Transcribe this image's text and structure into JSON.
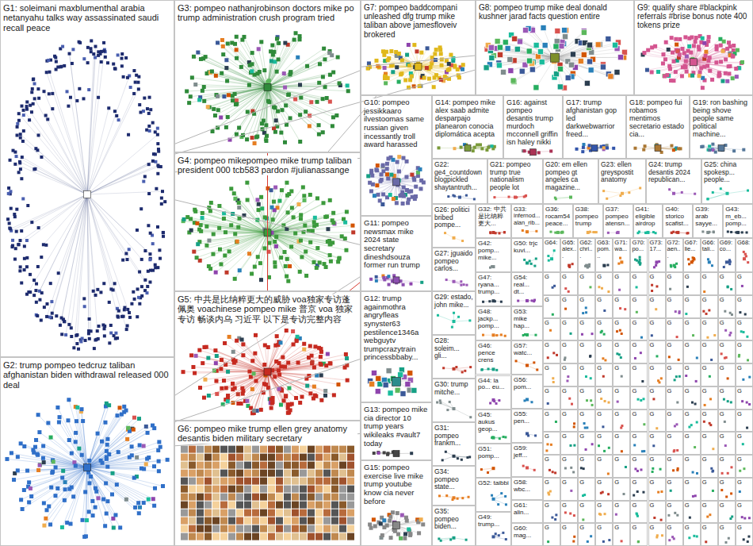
{
  "diagram": {
    "nodes": [
      {
        "text": [
          "G1: soleimani maxblumenthal arabia netanyahu talks way assassinated saudi recall peace"
        ]
      },
      {
        "text": [
          "G2: trump pompeo tedcruz taliban afghanistan biden withdrawal released 000 deal"
        ]
      },
      {
        "text": [
          "G3: pompeo nathanjrobinson doctors mike po trump administration crush program tried"
        ]
      },
      {
        "text": [
          "G4: pompeo mikepompeo mike trump taliban president 000 tcb583 pardon #julianassange"
        ]
      },
      {
        "text": [
          "G5: 中共是比纳粹更大的威胁 voa独家专访蓬佩奥 voachinese pompeo mike 普京 voa 独家专访 畅谈内乌 习近平 以下是专访完整内容"
        ]
      },
      {
        "text": [
          "G6: pompeo mike trump ellen grey anatomy desantis biden military secretary"
        ]
      },
      {
        "text": [
          "G7: pompeo baddcompani unleashed dfg trump mike taliban above jamesfloveiv brokered"
        ]
      },
      {
        "text": [
          "G8: pompeo trump mike deal donald kushner jarad facts question entire"
        ]
      },
      {
        "text": [
          "G9: qualify share #blackpink referrals #brise bonus note 400 tokens prize"
        ]
      },
      {
        "text": [
          "G10: pompeo jessikkaaro ilvestoomas same russian given incessantly troll award harassed"
        ]
      },
      {
        "text": [
          "G11: pompeo newsmax mike 2024 state secretary dineshdsouza former run trump"
        ]
      },
      {
        "text": [
          "G12: trump againmothra angryfleas synyster63 pestilence1346a webguytv trumpcrazytrain princessbbaby..."
        ]
      },
      {
        "text": [
          "G13: pompeo mike cia director 10 trump years wikileaks #vault7 today"
        ]
      },
      {
        "text": [
          "G15: pompeo exercise live mike trump youtube know cia never before"
        ]
      },
      {
        "text": [
          "G14: pompeo mike alex saab admite desparpajo planearon conocia diplomática acepta"
        ]
      },
      {
        "text": [
          "G16: against pompeo desantis trump murdoch mcconnell griffin isn haley nikki"
        ]
      },
      {
        "text": [
          "G17: trump afghanistan gop led darkwebwarrior freed..."
        ]
      },
      {
        "text": [
          "G18: pompeo fui robamos mentimos secretario estado cia..."
        ]
      },
      {
        "text": [
          "G19: ron bashing being shove people same political machine..."
        ]
      },
      {
        "text": [
          "G22: ge4_countdown blogpickled shaytantruth..."
        ]
      },
      {
        "text": [
          "G21: pompeo trump true nationalism people lot"
        ]
      },
      {
        "text": [
          "G20: em ellen pompeo gt angeles ca magazine..."
        ]
      },
      {
        "text": [
          "G23: ellen greyspostit anatomy"
        ]
      },
      {
        "text": [
          "G24: trump desantis 2024 republican..."
        ]
      },
      {
        "text": [
          "G25: china spokesp... people..."
        ]
      },
      {
        "text": [
          "G26: politici bribed pompe..."
        ]
      },
      {
        "text": [
          "G27: jguaido pompeo carlos..."
        ]
      },
      {
        "text": [
          "G29: estado, john mike..."
        ]
      },
      {
        "text": [
          "G28: soleim... gli..."
        ]
      },
      {
        "text": [
          "G30: trump mitche..."
        ]
      },
      {
        "text": [
          "G31: pompeo frankm..."
        ]
      },
      {
        "text": [
          "G34: pompeo state..."
        ]
      },
      {
        "text": [
          "G35: pompeo biden..."
        ]
      },
      {
        "text": [
          "G32: 中共是比纳粹更大..."
        ]
      },
      {
        "text": [
          "G42: pomp... mike..."
        ]
      },
      {
        "text": [
          "G47: ryana... trump..."
        ]
      },
      {
        "text": [
          "G48: jackp... pomp..."
        ]
      },
      {
        "text": [
          "G46: pence crens"
        ]
      },
      {
        "text": [
          "G44: la po... eu..."
        ]
      },
      {
        "text": [
          "G45: aukus geop..."
        ]
      },
      {
        "text": [
          "G51: pomp..."
        ]
      },
      {
        "text": [
          "G52: taibbi"
        ]
      },
      {
        "text": [
          "G49: trump..."
        ]
      },
      {
        "text": [
          "G33: infernod... alan_rib..."
        ]
      },
      {
        "text": [
          "G50: trjc kuvi..."
        ]
      },
      {
        "text": [
          "G54: real... dt..."
        ]
      },
      {
        "text": [
          "G53: mike hap..."
        ]
      },
      {
        "text": [
          "G57: watc..."
        ]
      },
      {
        "text": [
          "G56: pom..."
        ]
      },
      {
        "text": [
          "G55: pen..."
        ]
      },
      {
        "text": [
          "G59: jeff..."
        ]
      },
      {
        "text": [
          "G58: wbc..."
        ]
      },
      {
        "text": [
          "G61: alin..."
        ]
      },
      {
        "text": [
          "G60: mag..."
        ]
      },
      {
        "text": [
          "G36: rocam54 peace..."
        ]
      },
      {
        "text": [
          "G38: pompeo trump"
        ]
      },
      {
        "text": [
          "G37: pompeo atensn..."
        ]
      },
      {
        "text": [
          "G41: eligible airdrop"
        ]
      },
      {
        "text": [
          "G40: storico scafist..."
        ]
      },
      {
        "text": [
          "G39: arab sayye..."
        ]
      },
      {
        "text": [
          "G43: m_eb... pomp..."
        ]
      },
      {
        "text": [
          "G64:"
        ]
      },
      {
        "text": [
          "G65: alex..."
        ]
      },
      {
        "text": [
          "G62: chri..."
        ]
      },
      {
        "text": [
          "G63: pom..."
        ]
      },
      {
        "text": [
          "G71: wa..."
        ]
      },
      {
        "text": [
          "G70: po..."
        ]
      },
      {
        "text": [
          "G73: 17..."
        ]
      },
      {
        "text": [
          "G72: aen..."
        ]
      },
      {
        "text": [
          "G67: lie..."
        ]
      },
      {
        "text": [
          "G66: tali..."
        ]
      },
      {
        "text": [
          "G69: co..."
        ]
      },
      {
        "text": [
          "G68:"
        ]
      },
      {
        "text": [
          "G"
        ]
      },
      {
        "text": [
          "G"
        ]
      },
      {
        "text": [
          "G"
        ]
      },
      {
        "text": [
          "G"
        ]
      },
      {
        "text": [
          "G"
        ]
      },
      {
        "text": [
          "G"
        ]
      },
      {
        "text": [
          "G"
        ]
      },
      {
        "text": [
          "G"
        ]
      },
      {
        "text": [
          "G"
        ]
      },
      {
        "text": [
          "G"
        ]
      },
      {
        "text": [
          "G"
        ]
      },
      {
        "text": [
          "G"
        ]
      },
      {
        "text": [
          "G"
        ]
      },
      {
        "text": [
          "G"
        ]
      },
      {
        "text": [
          "G"
        ]
      },
      {
        "text": [
          "G"
        ]
      },
      {
        "text": [
          "G"
        ]
      },
      {
        "text": [
          "G"
        ]
      },
      {
        "text": [
          "G"
        ]
      },
      {
        "text": [
          "G"
        ]
      },
      {
        "text": [
          "G"
        ]
      },
      {
        "text": [
          "G"
        ]
      },
      {
        "text": [
          "G"
        ]
      },
      {
        "text": [
          "G"
        ]
      },
      {
        "text": [
          "G"
        ]
      },
      {
        "text": [
          "G"
        ]
      },
      {
        "text": [
          "G"
        ]
      },
      {
        "text": [
          "G"
        ]
      },
      {
        "text": [
          "G"
        ]
      },
      {
        "text": [
          "G"
        ]
      },
      {
        "text": [
          "G"
        ]
      },
      {
        "text": [
          "G"
        ]
      },
      {
        "text": [
          "G"
        ]
      },
      {
        "text": [
          "G"
        ]
      },
      {
        "text": [
          "G"
        ]
      },
      {
        "text": [
          "G"
        ]
      },
      {
        "text": [
          "G"
        ]
      },
      {
        "text": [
          "G"
        ]
      },
      {
        "text": [
          "G"
        ]
      },
      {
        "text": [
          "G"
        ]
      },
      {
        "text": [
          "G"
        ]
      },
      {
        "text": [
          "G"
        ]
      },
      {
        "text": [
          "G"
        ]
      },
      {
        "text": [
          "G"
        ]
      },
      {
        "text": [
          "G"
        ]
      },
      {
        "text": [
          "G"
        ]
      },
      {
        "text": [
          "G"
        ]
      },
      {
        "text": [
          "G"
        ]
      },
      {
        "text": [
          "G"
        ]
      },
      {
        "text": [
          "G"
        ]
      },
      {
        "text": [
          "G"
        ]
      },
      {
        "text": [
          "G"
        ]
      },
      {
        "text": [
          "G"
        ]
      },
      {
        "text": [
          "G"
        ]
      },
      {
        "text": [
          "G"
        ]
      },
      {
        "text": [
          "G"
        ]
      },
      {
        "text": [
          "G"
        ]
      },
      {
        "text": [
          "G"
        ]
      },
      {
        "text": [
          "G"
        ]
      },
      {
        "text": [
          "G"
        ]
      },
      {
        "text": [
          "G"
        ]
      },
      {
        "text": [
          "G"
        ]
      },
      {
        "text": [
          "G"
        ]
      },
      {
        "text": [
          "G"
        ]
      },
      {
        "text": [
          "G"
        ]
      },
      {
        "text": [
          "G"
        ]
      },
      {
        "text": [
          "G"
        ]
      },
      {
        "text": [
          "G"
        ]
      },
      {
        "text": [
          "G"
        ]
      },
      {
        "text": [
          "G"
        ]
      },
      {
        "text": [
          "G"
        ]
      },
      {
        "text": [
          "G"
        ]
      },
      {
        "text": [
          "G"
        ]
      },
      {
        "text": [
          "G"
        ]
      },
      {
        "text": [
          "G"
        ]
      },
      {
        "text": [
          "G"
        ]
      },
      {
        "text": [
          "G"
        ]
      },
      {
        "text": [
          "G"
        ]
      },
      {
        "text": [
          "G"
        ]
      },
      {
        "text": [
          "G"
        ]
      },
      {
        "text": [
          "G"
        ]
      },
      {
        "text": [
          "G"
        ]
      },
      {
        "text": [
          "G"
        ]
      },
      {
        "text": [
          "G"
        ]
      },
      {
        "text": [
          "G"
        ]
      },
      {
        "text": [
          "G"
        ]
      },
      {
        "text": [
          "G"
        ]
      },
      {
        "text": [
          "G"
        ]
      },
      {
        "text": [
          "G"
        ]
      },
      {
        "text": [
          "G"
        ]
      },
      {
        "text": [
          "G"
        ]
      },
      {
        "text": [
          "G"
        ]
      },
      {
        "text": [
          "G"
        ]
      },
      {
        "text": [
          "G"
        ]
      },
      {
        "text": [
          "G"
        ]
      },
      {
        "text": [
          "G"
        ]
      },
      {
        "text": [
          "G"
        ]
      },
      {
        "text": [
          "G"
        ]
      },
      {
        "text": [
          "G"
        ]
      },
      {
        "text": [
          "G"
        ]
      },
      {
        "text": [
          "G"
        ]
      },
      {
        "text": [
          "G"
        ]
      },
      {
        "text": [
          "G"
        ]
      },
      {
        "text": [
          "G"
        ]
      },
      {
        "text": [
          "G"
        ]
      },
      {
        "text": [
          "G"
        ]
      },
      {
        "text": [
          "G"
        ]
      },
      {
        "text": [
          "G"
        ]
      },
      {
        "text": [
          "G"
        ]
      },
      {
        "text": [
          "G"
        ]
      },
      {
        "text": [
          "G"
        ]
      },
      {
        "text": [
          "G"
        ]
      },
      {
        "text": [
          "G"
        ]
      },
      {
        "text": [
          "G"
        ]
      },
      {
        "text": [
          "G"
        ]
      },
      {
        "text": [
          "G"
        ]
      },
      {
        "text": [
          "G"
        ]
      },
      {
        "text": [
          "G"
        ]
      },
      {
        "text": [
          "G"
        ]
      },
      {
        "text": [
          "G"
        ]
      },
      {
        "text": [
          "G"
        ]
      },
      {
        "text": [
          "G"
        ]
      },
      {
        "text": [
          "G"
        ]
      },
      {
        "text": [
          "G"
        ]
      },
      {
        "text": [
          "G"
        ]
      },
      {
        "text": [
          "G"
        ]
      },
      {
        "text": [
          "G"
        ]
      },
      {
        "text": [
          "G"
        ]
      },
      {
        "text": [
          "G"
        ]
      },
      {
        "text": [
          "G"
        ]
      },
      {
        "text": [
          "G"
        ]
      },
      {
        "text": [
          "G"
        ]
      },
      {
        "text": [
          "G"
        ]
      },
      {
        "text": [
          "G"
        ]
      },
      {
        "text": [
          "G"
        ]
      },
      {
        "text": [
          "G"
        ]
      },
      {
        "text": [
          "G"
        ]
      },
      {
        "text": [
          "G"
        ]
      },
      {
        "text": [
          "G"
        ]
      },
      {
        "text": [
          "G"
        ]
      },
      {
        "text": [
          "G"
        ]
      },
      {
        "text": [
          "G"
        ]
      },
      {
        "text": [
          "G"
        ]
      },
      {
        "text": [
          "G"
        ]
      }
    ],
    "edges": [
      {
        "from": 0,
        "to": 6,
        "arrow": "none"
      },
      {
        "from": 0,
        "to": 7,
        "arrow": "none"
      },
      {
        "from": 0,
        "to": 9,
        "arrow": "none"
      },
      {
        "from": 0,
        "to": 10,
        "arrow": "none"
      },
      {
        "from": 1,
        "to": 10,
        "arrow": "none"
      },
      {
        "from": 1,
        "to": 11,
        "arrow": "none"
      },
      {
        "from": 1,
        "to": 12,
        "arrow": "none"
      },
      {
        "from": 3,
        "to": 6,
        "arrow": "none"
      },
      {
        "from": 4,
        "to": 2,
        "arrow": "none"
      },
      {
        "from": 4,
        "to": 10,
        "arrow": "none"
      },
      {
        "from": 2,
        "to": 7,
        "arrow": "none"
      }
    ]
  }
}
